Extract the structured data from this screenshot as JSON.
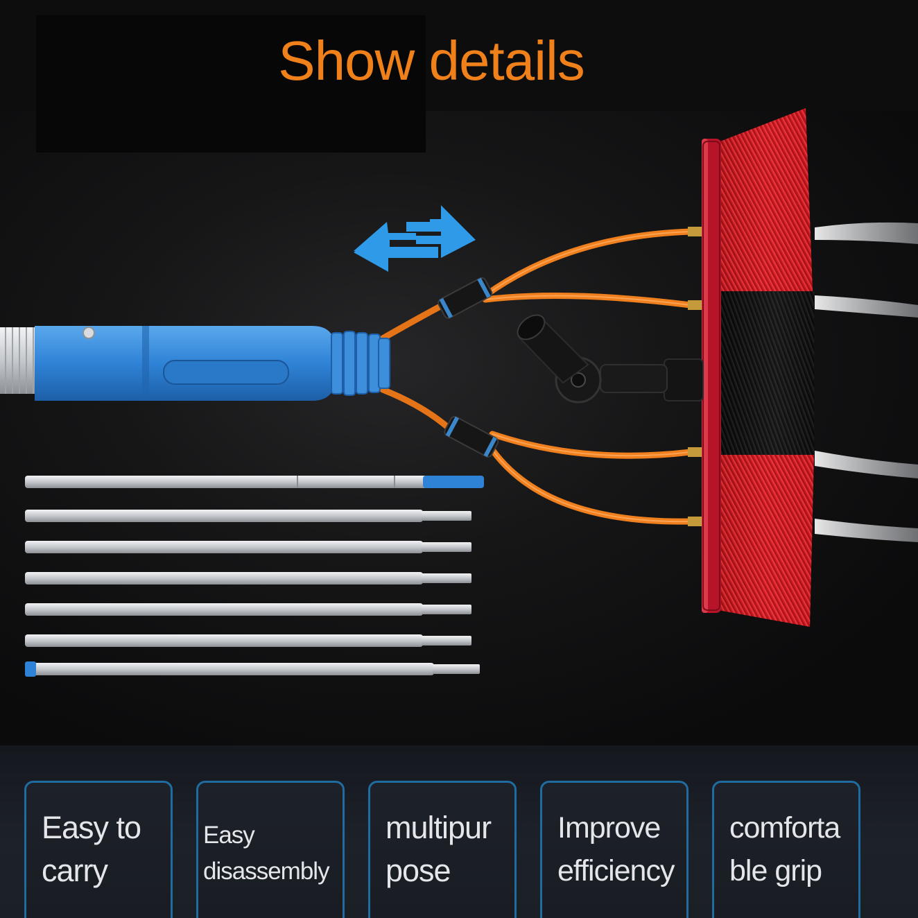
{
  "title": "Show details",
  "colors": {
    "title": "#f08019",
    "card_border": "#1f6da0",
    "card_text": "#e4e6ea",
    "hose": "#f0801e",
    "bristle_red": "#d81c24",
    "bristle_black": "#151515",
    "handle_blue": "#3b8fdb",
    "arrow_blue": "#2e9ae8",
    "pole": "#c9ccd0"
  },
  "icons": [
    "double-arrow-icon"
  ],
  "features": [
    {
      "label": "Easy to\ncarry"
    },
    {
      "label": "Easy\ndisassembly"
    },
    {
      "label": "multipur\npose"
    },
    {
      "label": "Improve\nefficiency"
    },
    {
      "label": "comforta\nble grip"
    }
  ]
}
